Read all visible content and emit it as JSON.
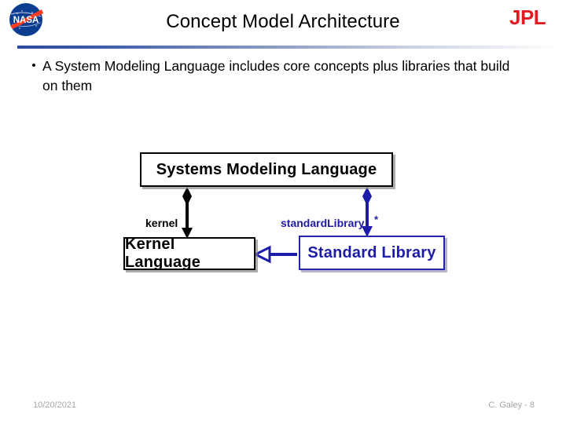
{
  "slide": {
    "title": "Concept Model Architecture",
    "bullets": [
      {
        "marker": "•",
        "text": "A System Modeling Language includes core concepts plus libraries that build on them"
      }
    ],
    "footer": {
      "date": "10/20/2021",
      "author": "C. Galey - 8"
    }
  },
  "logos": {
    "nasa": {
      "name": "nasa-meatball-logo",
      "wordmark": "NASA"
    },
    "jpl": {
      "name": "jpl-logo",
      "wordmark": "JPL"
    }
  },
  "diagram": {
    "type": "uml-class-diagram",
    "nodes": [
      {
        "id": "sysml",
        "label": "Systems Modeling Language",
        "color": "#000000",
        "style": "black"
      },
      {
        "id": "kernel",
        "label": "Kernel Language",
        "color": "#000000",
        "style": "black"
      },
      {
        "id": "stdlib",
        "label": "Standard Library",
        "color": "#1c1ca8",
        "style": "blue"
      }
    ],
    "edges": [
      {
        "id": "sysml-kernel",
        "from": "sysml",
        "to": "kernel",
        "relation": "composition",
        "label": "kernel",
        "multiplicity": "",
        "color": "#000000"
      },
      {
        "id": "sysml-stdlib",
        "from": "sysml",
        "to": "stdlib",
        "relation": "composition",
        "label": "standardLibrary",
        "multiplicity": "*",
        "color": "#1c1ca8"
      },
      {
        "id": "stdlib-kernel",
        "from": "stdlib",
        "to": "kernel",
        "relation": "generalization",
        "label": "",
        "multiplicity": "",
        "color": "#1c1ca8"
      }
    ]
  },
  "colors": {
    "accent_blue": "#1c1ca8",
    "rule_blue": "#2a4a9c",
    "nasa_blue": "#0b3d91",
    "nasa_red": "#fc3d21",
    "jpl_red": "#e21a22",
    "footer_gray": "#a6a6a6"
  }
}
